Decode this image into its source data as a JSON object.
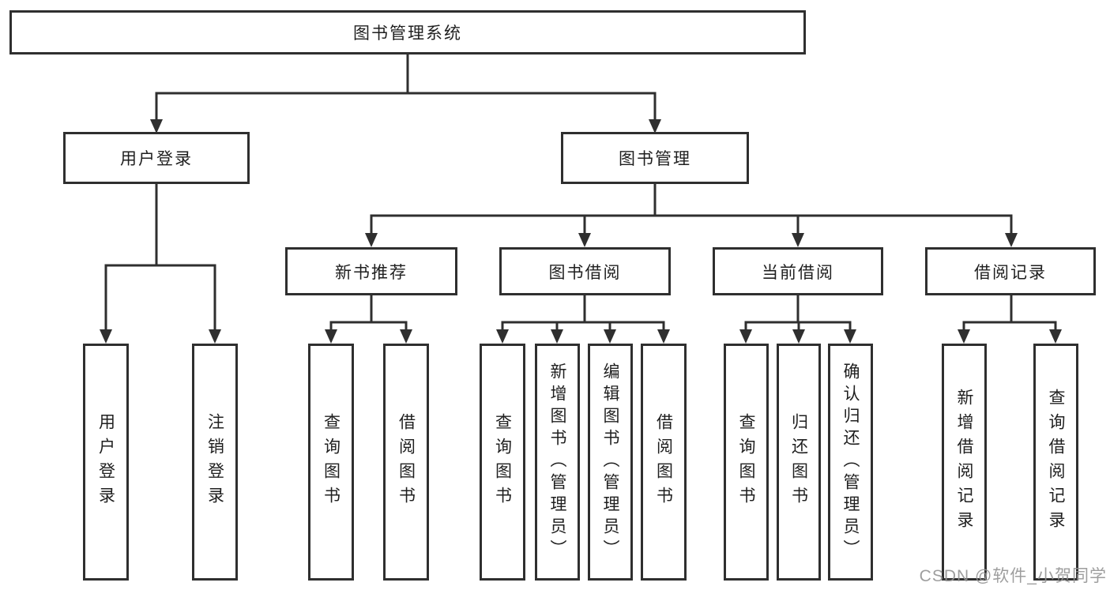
{
  "watermark": "CSDN @软件_小贺同学",
  "colors": {
    "line": "#2f2f2f",
    "text": "#1f1f1f",
    "watermark": "#949494",
    "background": "#ffffff"
  },
  "tree": {
    "root": {
      "label": "图书管理系统"
    },
    "branches": [
      {
        "label": "用户登录",
        "children": [
          {
            "label": "用户登录"
          },
          {
            "label": "注销登录"
          }
        ]
      },
      {
        "label": "图书管理",
        "groups": [
          {
            "label": "新书推荐",
            "children": [
              {
                "label": "查询图书"
              },
              {
                "label": "借阅图书"
              }
            ]
          },
          {
            "label": "图书借阅",
            "children": [
              {
                "label": "查询图书"
              },
              {
                "label": "新增图书（管理员）"
              },
              {
                "label": "编辑图书（管理员）"
              },
              {
                "label": "借阅图书"
              }
            ]
          },
          {
            "label": "当前借阅",
            "children": [
              {
                "label": "查询图书"
              },
              {
                "label": "归还图书"
              },
              {
                "label": "确认归还（管理员）"
              }
            ]
          },
          {
            "label": "借阅记录",
            "children": [
              {
                "label": "新增借阅记录"
              },
              {
                "label": "查询借阅记录"
              }
            ]
          }
        ]
      }
    ]
  }
}
